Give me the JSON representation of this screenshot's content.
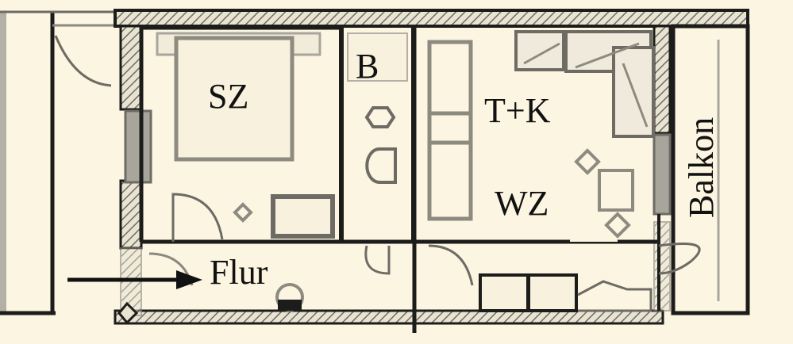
{
  "diagram": {
    "type": "floor-plan",
    "colors": {
      "background": "#fbf5e2",
      "wall": "#1c1c1a",
      "wall_hatch": "#8a8880",
      "furniture": "#8d8a80",
      "window": "#a8a69c"
    },
    "rooms": [
      {
        "id": "bedroom",
        "label": "SZ"
      },
      {
        "id": "bathroom",
        "label": "B"
      },
      {
        "id": "kitchen",
        "label": "T+K"
      },
      {
        "id": "living",
        "label": "WZ"
      },
      {
        "id": "hallway",
        "label": "Flur"
      },
      {
        "id": "balcony",
        "label": "Balkon"
      }
    ],
    "entrance_arrow": "arrow-right-icon"
  }
}
